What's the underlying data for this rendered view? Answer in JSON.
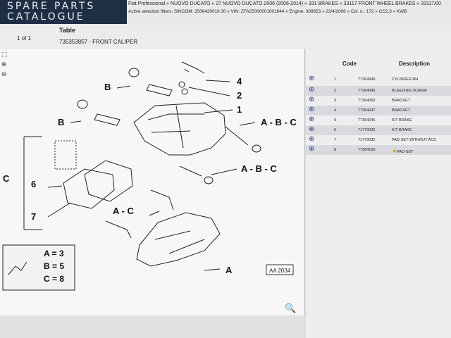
{
  "brand": {
    "line1": "SPARE PARTS",
    "line2": "CATALOGUE"
  },
  "header": {
    "breadcrumb": "Fiat Professional » NUOVO DUCATO » 27 NUOVO DUCATO 2006 (2006-2014) » 331 BRAKES » 33117 FRONT WHEEL BRAKES » 33117/00",
    "filters": "Active selection filters: SINCOM: 2508420018 30 » VIN: ZFA25000001001944 » Engine: 308653 » 22/4/2006 » Col. n.: 172 » CC2.3 » KWB",
    "filters2": ""
  },
  "info": {
    "pager": "1 of 1",
    "table_label": "Table",
    "table_value": "735353857 - FRONT CALIPER"
  },
  "drawing": {
    "labels": {
      "b1": "B",
      "b2": "B",
      "n4": "4",
      "n2": "2",
      "n1": "1",
      "abc1": "A - B - C",
      "abc2": "A - B - C",
      "c": "C",
      "n6": "6",
      "n7": "7",
      "ac": "A - C",
      "a": "A",
      "ref": "AA 2034"
    },
    "legend": {
      "a": "A = 3",
      "b": "B = 5",
      "c": "C = 8"
    }
  },
  "parts_table": {
    "headers": {
      "code": "Code",
      "description": "Description"
    },
    "rows": [
      {
        "pos": "1",
        "code": "77364949",
        "desc": "CYLINDER RH"
      },
      {
        "pos": "2",
        "code": "77364045",
        "desc": "BLEEDING SCREW"
      },
      {
        "pos": "3",
        "code": "77364050",
        "desc": "BRACKET"
      },
      {
        "pos": "4",
        "code": "77364047",
        "desc": "BRACKET"
      },
      {
        "pos": "5",
        "code": "77364046",
        "desc": "KIT BRAKE"
      },
      {
        "pos": "6",
        "code": "71770032",
        "desc": "KIT BRAKE"
      },
      {
        "pos": "7",
        "code": "71770032",
        "desc": "PAD-SET WITHOUT ACC"
      },
      {
        "pos": "8",
        "code": "77364160",
        "desc": "PAD-SET"
      }
    ]
  },
  "colors": {
    "brand_bg": "#1e2e44",
    "accent": "#2a3e6e",
    "zoom": "#1f4fa0"
  }
}
